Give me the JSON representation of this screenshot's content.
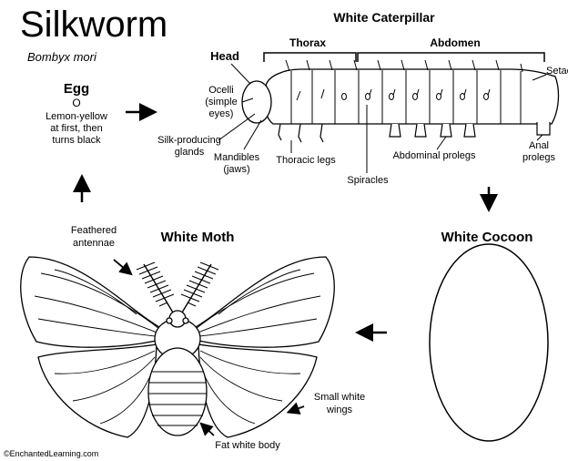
{
  "title": "Silkworm",
  "scientific_name": "Bombyx mori",
  "stages": {
    "egg": {
      "heading": "Egg",
      "symbol": "O",
      "description": [
        "Lemon-yellow",
        "at first, then",
        "turns black"
      ]
    },
    "caterpillar": {
      "heading": "White Caterpillar"
    },
    "cocoon": {
      "heading": "White Cocoon"
    },
    "moth": {
      "heading": "White Moth"
    }
  },
  "caterpillar_labels": {
    "head": "Head",
    "thorax": "Thorax",
    "abdomen": "Abdomen",
    "setae": "Setae",
    "ocelli": [
      "Ocelli",
      "(simple",
      "eyes)"
    ],
    "silk_glands": [
      "Silk-producing",
      "glands"
    ],
    "mandibles": [
      "Mandibles",
      "(jaws)"
    ],
    "thoracic_legs": "Thoracic legs",
    "spiracles": "Spiracles",
    "abdominal_prolegs": "Abdominal prolegs",
    "anal_prolegs": [
      "Anal",
      "prolegs"
    ]
  },
  "moth_labels": {
    "antennae": [
      "Feathered",
      "antennae"
    ],
    "wings": [
      "Small white",
      "wings"
    ],
    "body": "Fat white body"
  },
  "copyright": "©EnchantedLearning.com",
  "colors": {
    "ink": "#000000",
    "background": "#ffffff"
  }
}
